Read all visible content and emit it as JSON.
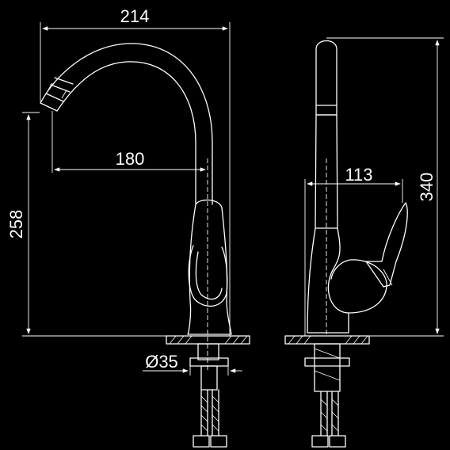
{
  "colors": {
    "background": "#000000",
    "line": "#ffffff"
  },
  "dimensions": {
    "spout_reach": "214",
    "reach_to_center": "180",
    "spout_height": "258",
    "side_depth": "113",
    "total_height": "340",
    "base_diameter": "Ø35"
  }
}
